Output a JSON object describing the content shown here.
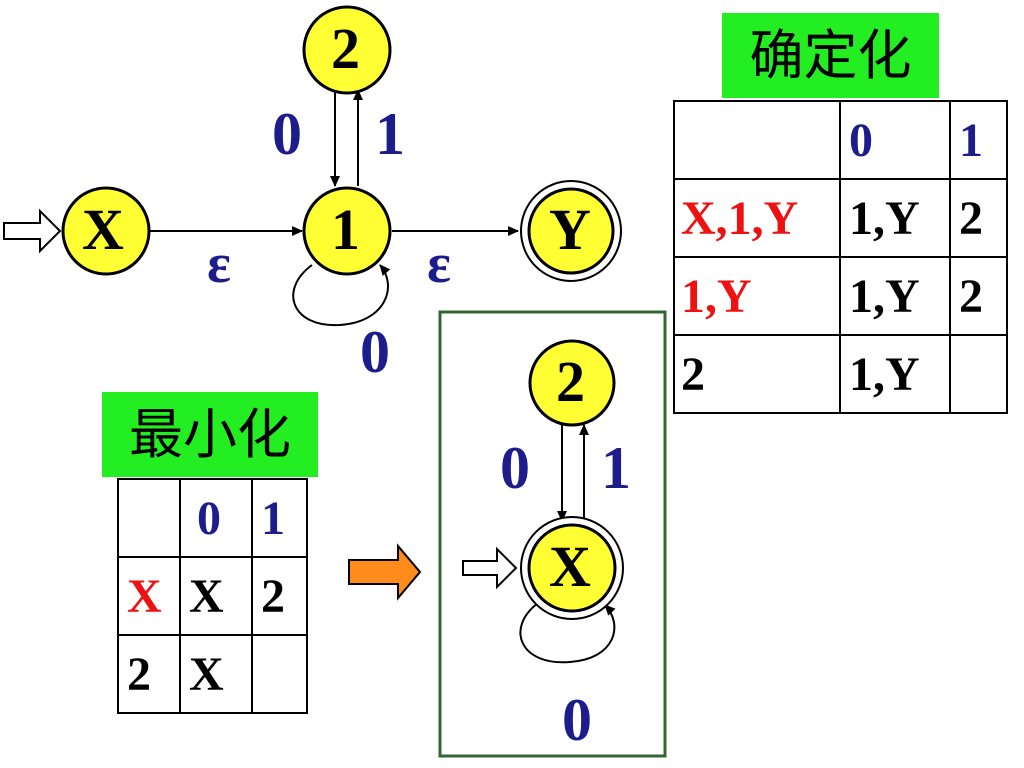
{
  "colors": {
    "state_fill": "#ffff33",
    "badge_green": "#22ee22",
    "label_blue": "#1c1c8c",
    "label_red": "#ee1111",
    "frame_green": "#336633",
    "arrow_orange": "#ff8c1a"
  },
  "nfa": {
    "states": {
      "x": "X",
      "one": "1",
      "two": "2",
      "y": "Y"
    },
    "labels": {
      "two_to_one": "0",
      "one_to_two": "1",
      "x_to_one": "ε",
      "one_to_y": "ε",
      "self_loop": "0"
    }
  },
  "determinization": {
    "title": "确定化",
    "header": [
      "",
      "0",
      "1"
    ],
    "rows": [
      [
        "X,1,Y",
        "1,Y",
        "2"
      ],
      [
        "1,Y",
        "1,Y",
        "2"
      ],
      [
        "2",
        "1,Y",
        ""
      ]
    ]
  },
  "minimization": {
    "title": "最小化",
    "header": [
      "",
      "0",
      "1"
    ],
    "rows": [
      [
        "X",
        "X",
        "2"
      ],
      [
        "2",
        "X",
        ""
      ]
    ]
  },
  "dfa": {
    "states": {
      "two": "2",
      "x": "X"
    },
    "labels": {
      "two_to_x": "0",
      "x_to_two": "1",
      "self_loop": "0"
    }
  },
  "icons": {
    "start_arrow": "hollow-right-arrow-icon",
    "result_arrow": "orange-right-arrow-icon"
  }
}
